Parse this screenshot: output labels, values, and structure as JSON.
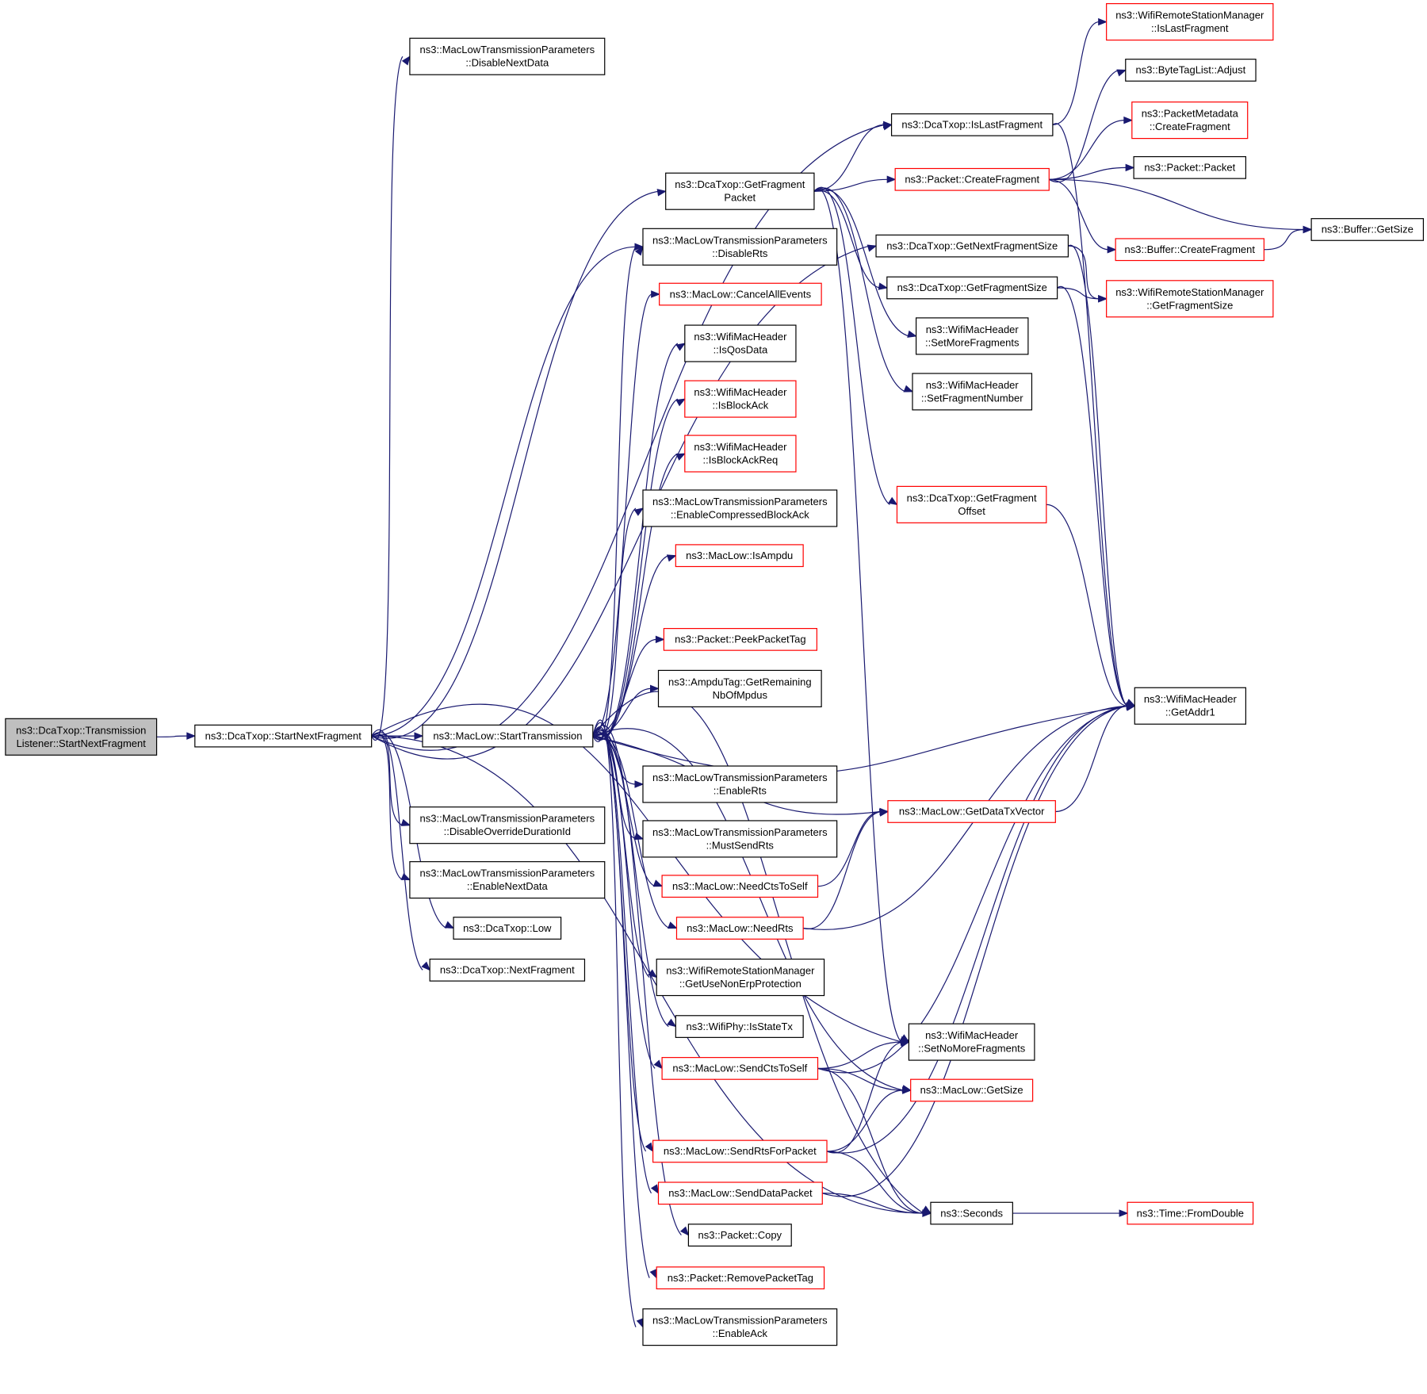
{
  "graph": {
    "nodes": [
      {
        "id": "root",
        "lines": [
          "ns3::DcaTxop::Transmission",
          "Listener::StartNextFragment"
        ],
        "style": "root"
      },
      {
        "id": "startNext",
        "lines": [
          "ns3::DcaTxop::StartNextFragment"
        ],
        "style": "black"
      },
      {
        "id": "startTx",
        "lines": [
          "ns3::MacLow::StartTransmission"
        ],
        "style": "black"
      },
      {
        "id": "disableNextData",
        "lines": [
          "ns3::MacLowTransmissionParameters",
          "::DisableNextData"
        ],
        "style": "black"
      },
      {
        "id": "getFragPacket",
        "lines": [
          "ns3::DcaTxop::GetFragment",
          "Packet"
        ],
        "style": "black"
      },
      {
        "id": "disableRts",
        "lines": [
          "ns3::MacLowTransmissionParameters",
          "::DisableRts"
        ],
        "style": "black"
      },
      {
        "id": "cancelAll",
        "lines": [
          "ns3::MacLow::CancelAllEvents"
        ],
        "style": "red"
      },
      {
        "id": "isQosData",
        "lines": [
          "ns3::WifiMacHeader",
          "::IsQosData"
        ],
        "style": "black"
      },
      {
        "id": "isBlockAck",
        "lines": [
          "ns3::WifiMacHeader",
          "::IsBlockAck"
        ],
        "style": "red"
      },
      {
        "id": "isBlockAckReq",
        "lines": [
          "ns3::WifiMacHeader",
          "::IsBlockAckReq"
        ],
        "style": "red"
      },
      {
        "id": "enableCompressed",
        "lines": [
          "ns3::MacLowTransmissionParameters",
          "::EnableCompressedBlockAck"
        ],
        "style": "black"
      },
      {
        "id": "isAmpdu",
        "lines": [
          "ns3::MacLow::IsAmpdu"
        ],
        "style": "red"
      },
      {
        "id": "peekPacketTag",
        "lines": [
          "ns3::Packet::PeekPacketTag"
        ],
        "style": "red"
      },
      {
        "id": "ampduTag",
        "lines": [
          "ns3::AmpduTag::GetRemaining",
          "NbOfMpdus"
        ],
        "style": "black"
      },
      {
        "id": "enableRts",
        "lines": [
          "ns3::MacLowTransmissionParameters",
          "::EnableRts"
        ],
        "style": "black"
      },
      {
        "id": "mustSendRts",
        "lines": [
          "ns3::MacLowTransmissionParameters",
          "::MustSendRts"
        ],
        "style": "black"
      },
      {
        "id": "needCts",
        "lines": [
          "ns3::MacLow::NeedCtsToSelf"
        ],
        "style": "red"
      },
      {
        "id": "needRts",
        "lines": [
          "ns3::MacLow::NeedRts"
        ],
        "style": "red"
      },
      {
        "id": "useNonErp",
        "lines": [
          "ns3::WifiRemoteStationManager",
          "::GetUseNonErpProtection"
        ],
        "style": "black"
      },
      {
        "id": "isStateTx",
        "lines": [
          "ns3::WifiPhy::IsStateTx"
        ],
        "style": "black"
      },
      {
        "id": "sendCts",
        "lines": [
          "ns3::MacLow::SendCtsToSelf"
        ],
        "style": "red"
      },
      {
        "id": "sendRts",
        "lines": [
          "ns3::MacLow::SendRtsForPacket"
        ],
        "style": "red"
      },
      {
        "id": "sendData",
        "lines": [
          "ns3::MacLow::SendDataPacket"
        ],
        "style": "red"
      },
      {
        "id": "copy",
        "lines": [
          "ns3::Packet::Copy"
        ],
        "style": "black"
      },
      {
        "id": "removeTag",
        "lines": [
          "ns3::Packet::RemovePacketTag"
        ],
        "style": "red"
      },
      {
        "id": "enableAck",
        "lines": [
          "ns3::MacLowTransmissionParameters",
          "::EnableAck"
        ],
        "style": "black"
      },
      {
        "id": "disableOverride",
        "lines": [
          "ns3::MacLowTransmissionParameters",
          "::DisableOverrideDurationId"
        ],
        "style": "black"
      },
      {
        "id": "enableNextData",
        "lines": [
          "ns3::MacLowTransmissionParameters",
          "::EnableNextData"
        ],
        "style": "black"
      },
      {
        "id": "low",
        "lines": [
          "ns3::DcaTxop::Low"
        ],
        "style": "black"
      },
      {
        "id": "nextFrag",
        "lines": [
          "ns3::DcaTxop::NextFragment"
        ],
        "style": "black"
      },
      {
        "id": "isLastFrag",
        "lines": [
          "ns3::DcaTxop::IsLastFragment"
        ],
        "style": "black"
      },
      {
        "id": "createFrag",
        "lines": [
          "ns3::Packet::CreateFragment"
        ],
        "style": "red"
      },
      {
        "id": "getNextFragSize",
        "lines": [
          "ns3::DcaTxop::GetNextFragmentSize"
        ],
        "style": "black"
      },
      {
        "id": "getFragSize",
        "lines": [
          "ns3::DcaTxop::GetFragmentSize"
        ],
        "style": "black"
      },
      {
        "id": "setMoreFrag",
        "lines": [
          "ns3::WifiMacHeader",
          "::SetMoreFragments"
        ],
        "style": "black"
      },
      {
        "id": "setFragNum",
        "lines": [
          "ns3::WifiMacHeader",
          "::SetFragmentNumber"
        ],
        "style": "black"
      },
      {
        "id": "getFragOffset",
        "lines": [
          "ns3::DcaTxop::GetFragment",
          "Offset"
        ],
        "style": "red"
      },
      {
        "id": "getDataTxVector",
        "lines": [
          "ns3::MacLow::GetDataTxVector"
        ],
        "style": "red"
      },
      {
        "id": "setNoMore",
        "lines": [
          "ns3::WifiMacHeader",
          "::SetNoMoreFragments"
        ],
        "style": "black"
      },
      {
        "id": "macGetSize",
        "lines": [
          "ns3::MacLow::GetSize"
        ],
        "style": "red"
      },
      {
        "id": "seconds",
        "lines": [
          "ns3::Seconds"
        ],
        "style": "black"
      },
      {
        "id": "wrsmIsLast",
        "lines": [
          "ns3::WifiRemoteStationManager",
          "::IsLastFragment"
        ],
        "style": "red"
      },
      {
        "id": "byteTagAdjust",
        "lines": [
          "ns3::ByteTagList::Adjust"
        ],
        "style": "black"
      },
      {
        "id": "pmCreateFrag",
        "lines": [
          "ns3::PacketMetadata",
          "::CreateFragment"
        ],
        "style": "red"
      },
      {
        "id": "packetPacket",
        "lines": [
          "ns3::Packet::Packet"
        ],
        "style": "black"
      },
      {
        "id": "bufCreateFrag",
        "lines": [
          "ns3::Buffer::CreateFragment"
        ],
        "style": "red"
      },
      {
        "id": "wrsmGetFragSize",
        "lines": [
          "ns3::WifiRemoteStationManager",
          "::GetFragmentSize"
        ],
        "style": "red"
      },
      {
        "id": "getAddr1",
        "lines": [
          "ns3::WifiMacHeader",
          "::GetAddr1"
        ],
        "style": "black"
      },
      {
        "id": "timeFromDouble",
        "lines": [
          "ns3::Time::FromDouble"
        ],
        "style": "red"
      },
      {
        "id": "bufGetSize",
        "lines": [
          "ns3::Buffer::GetSize"
        ],
        "style": "black"
      }
    ],
    "edges": [
      [
        "root",
        "startNext"
      ],
      [
        "startNext",
        "startTx"
      ],
      [
        "startNext",
        "disableNextData"
      ],
      [
        "startNext",
        "isLastFrag"
      ],
      [
        "startNext",
        "getFragPacket"
      ],
      [
        "startNext",
        "getNextFragSize"
      ],
      [
        "startNext",
        "disableRts"
      ],
      [
        "startNext",
        "disableOverride"
      ],
      [
        "startNext",
        "enableNextData"
      ],
      [
        "startNext",
        "low"
      ],
      [
        "startNext",
        "nextFrag"
      ],
      [
        "startNext",
        "setNoMore"
      ],
      [
        "startNext",
        "seconds"
      ],
      [
        "startTx",
        "disableRts"
      ],
      [
        "startTx",
        "cancelAll"
      ],
      [
        "startTx",
        "isQosData"
      ],
      [
        "startTx",
        "isBlockAck"
      ],
      [
        "startTx",
        "isBlockAckReq"
      ],
      [
        "startTx",
        "enableCompressed"
      ],
      [
        "startTx",
        "isAmpdu"
      ],
      [
        "startTx",
        "peekPacketTag"
      ],
      [
        "startTx",
        "ampduTag"
      ],
      [
        "startTx",
        "getAddr1"
      ],
      [
        "startTx",
        "getDataTxVector"
      ],
      [
        "startTx",
        "enableRts"
      ],
      [
        "startTx",
        "mustSendRts"
      ],
      [
        "startTx",
        "needCts"
      ],
      [
        "startTx",
        "needRts"
      ],
      [
        "startTx",
        "useNonErp"
      ],
      [
        "startTx",
        "isStateTx"
      ],
      [
        "startTx",
        "sendCts"
      ],
      [
        "startTx",
        "macGetSize"
      ],
      [
        "startTx",
        "sendRts"
      ],
      [
        "startTx",
        "sendData"
      ],
      [
        "startTx",
        "copy"
      ],
      [
        "startTx",
        "removeTag"
      ],
      [
        "startTx",
        "enableAck"
      ],
      [
        "startTx",
        "seconds"
      ],
      [
        "getFragPacket",
        "isLastFrag"
      ],
      [
        "getFragPacket",
        "createFrag"
      ],
      [
        "getFragPacket",
        "getFragSize"
      ],
      [
        "getFragPacket",
        "setMoreFrag"
      ],
      [
        "getFragPacket",
        "setFragNum"
      ],
      [
        "getFragPacket",
        "getFragOffset"
      ],
      [
        "getFragPacket",
        "setNoMore"
      ],
      [
        "isLastFrag",
        "wrsmIsLast"
      ],
      [
        "isLastFrag",
        "getAddr1"
      ],
      [
        "createFrag",
        "byteTagAdjust"
      ],
      [
        "createFrag",
        "pmCreateFrag"
      ],
      [
        "createFrag",
        "packetPacket"
      ],
      [
        "createFrag",
        "bufCreateFrag"
      ],
      [
        "createFrag",
        "bufGetSize"
      ],
      [
        "bufCreateFrag",
        "bufGetSize"
      ],
      [
        "getNextFragSize",
        "wrsmGetFragSize"
      ],
      [
        "getNextFragSize",
        "getAddr1"
      ],
      [
        "getFragSize",
        "wrsmGetFragSize"
      ],
      [
        "getFragSize",
        "getAddr1"
      ],
      [
        "getFragOffset",
        "getAddr1"
      ],
      [
        "getDataTxVector",
        "getAddr1"
      ],
      [
        "needCts",
        "getDataTxVector"
      ],
      [
        "needRts",
        "getDataTxVector"
      ],
      [
        "needRts",
        "getAddr1"
      ],
      [
        "sendCts",
        "setNoMore"
      ],
      [
        "sendCts",
        "macGetSize"
      ],
      [
        "sendCts",
        "getAddr1"
      ],
      [
        "sendCts",
        "seconds"
      ],
      [
        "sendRts",
        "setNoMore"
      ],
      [
        "sendRts",
        "macGetSize"
      ],
      [
        "sendRts",
        "getAddr1"
      ],
      [
        "sendRts",
        "seconds"
      ],
      [
        "sendData",
        "getAddr1"
      ],
      [
        "sendData",
        "seconds"
      ],
      [
        "seconds",
        "timeFromDouble"
      ]
    ]
  }
}
